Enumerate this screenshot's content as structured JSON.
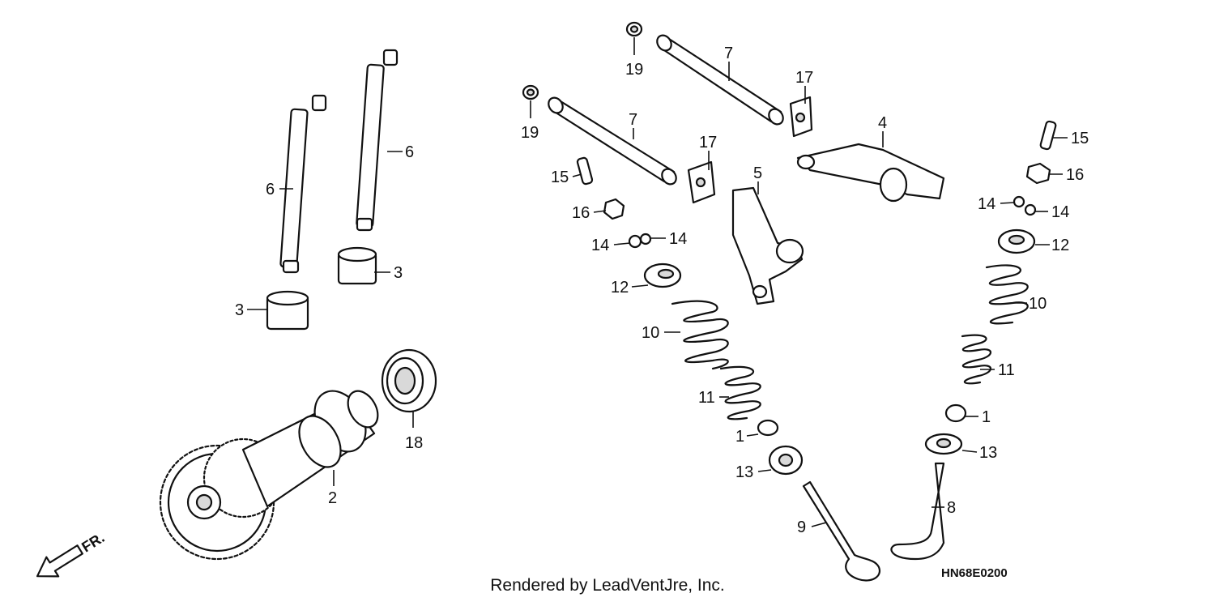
{
  "diagram": {
    "callouts": {
      "c19a": "19",
      "c19b": "19",
      "c7a": "7",
      "c7b": "7",
      "c17a": "17",
      "c17b": "17",
      "c4": "4",
      "c5": "5",
      "c6a": "6",
      "c6b": "6",
      "c3a": "3",
      "c3b": "3",
      "c15a": "15",
      "c15b": "15",
      "c16a": "16",
      "c16b": "16",
      "c14a": "14",
      "c14b": "14",
      "c14c": "14",
      "c14d": "14",
      "c12a": "12",
      "c12b": "12",
      "c10a": "10",
      "c10b": "10",
      "c11a": "11",
      "c11b": "11",
      "c1a": "1",
      "c1b": "1",
      "c13a": "13",
      "c13b": "13",
      "c18": "18",
      "c2": "2",
      "c9": "9",
      "c8": "8"
    },
    "direction_label": "FR.",
    "footer_text": "Rendered by LeadVentJre, Inc.",
    "diagram_code": "HN68E0200"
  }
}
